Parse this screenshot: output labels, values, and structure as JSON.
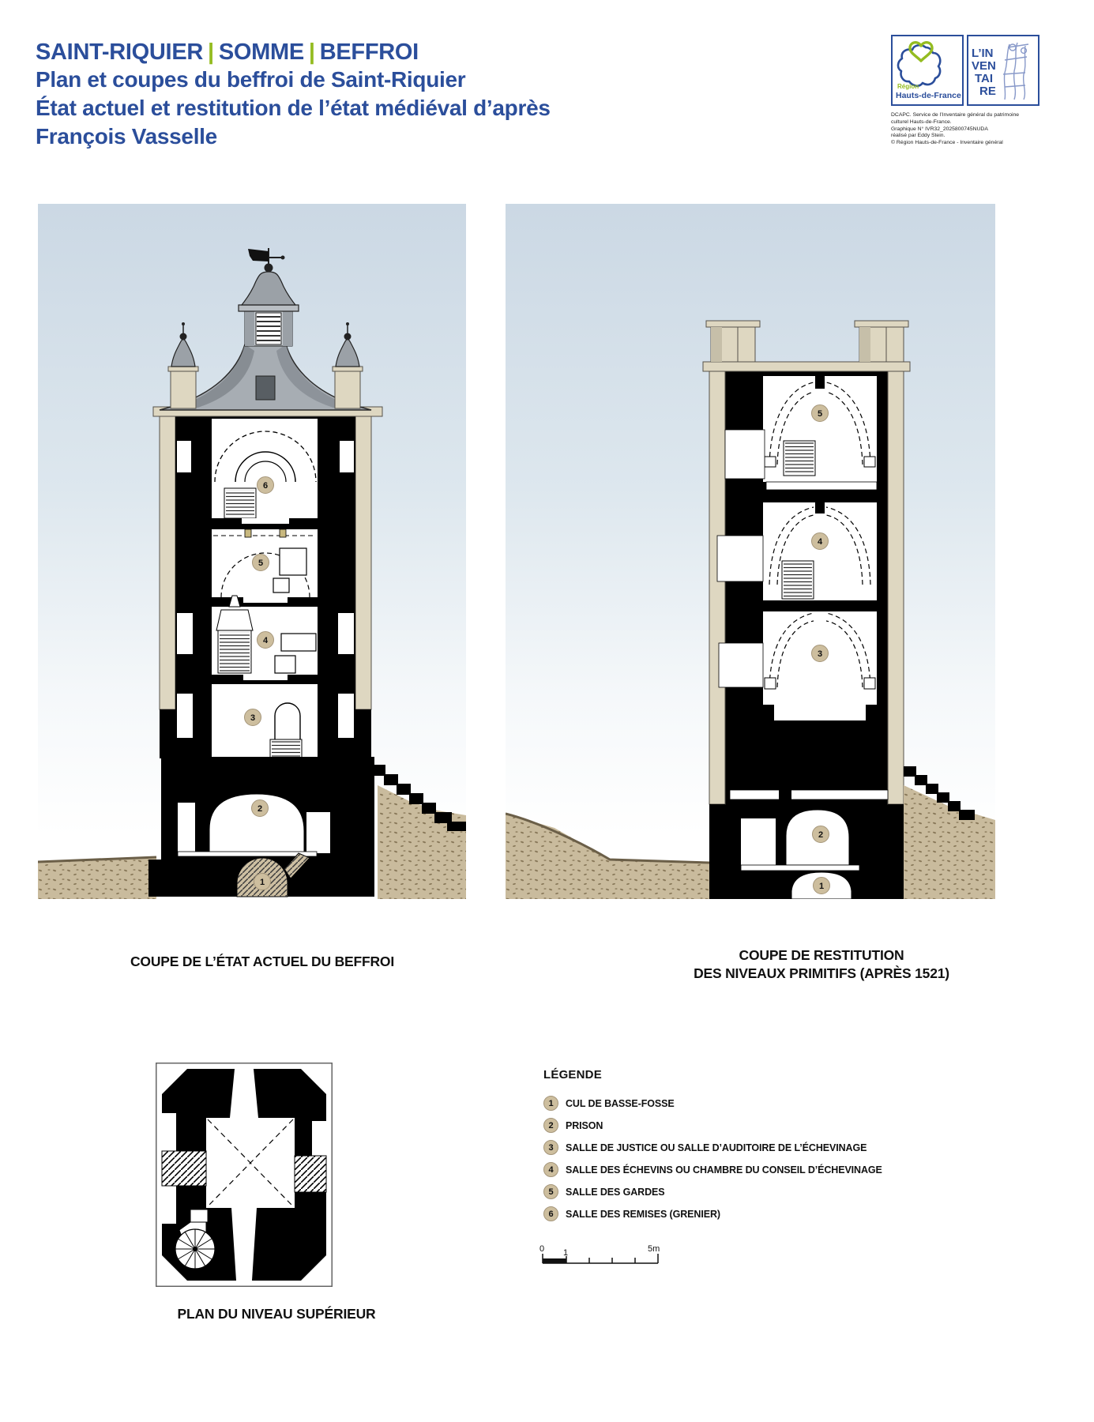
{
  "header": {
    "title_segments": [
      "SAINT-RIQUIER",
      "SOMME",
      "BEFFROI"
    ],
    "separator": "|",
    "subtitle_lines": [
      "Plan et coupes du beffroi de Saint-Riquier",
      "État actuel et restitution de l’état médiéval d’après",
      "François Vasselle"
    ]
  },
  "logos": {
    "region": {
      "line1": "Région",
      "line2": "Hauts-de-France"
    },
    "inventaire": {
      "line1": "L’IN",
      "line2": "VEN",
      "line3": "TAI",
      "line4": "RE"
    },
    "credits": [
      "DCAPC. Service de l’Inventaire général du patrimoine",
      "culturel Hauts-de-France.",
      "Graphique N° IVR32_2025800745NUDA",
      "réalisé par Eddy Stein.",
      "© Région Hauts-de-France - Inventaire général"
    ]
  },
  "figures": {
    "left_section": {
      "caption": "COUPE DE L’ÉTAT ACTUEL DU BEFFROI",
      "room_numbers": [
        "1",
        "2",
        "3",
        "4",
        "5",
        "6"
      ]
    },
    "right_section": {
      "caption_line1": "COUPE DE RESTITUTION",
      "caption_line2": "DES NIVEAUX PRIMITIFS (APRÈS 1521)",
      "room_numbers": [
        "1",
        "2",
        "3",
        "4",
        "5"
      ]
    },
    "plan": {
      "caption": "PLAN DU NIVEAU SUPÉRIEUR"
    }
  },
  "legend": {
    "title": "LÉGENDE",
    "items": [
      {
        "num": "1",
        "label": "CUL DE BASSE-FOSSE"
      },
      {
        "num": "2",
        "label": "PRISON"
      },
      {
        "num": "3",
        "label": "SALLE DE JUSTICE OU SALLE D’AUDITOIRE DE L’ÉCHEVINAGE"
      },
      {
        "num": "4",
        "label": "SALLE DES ÉCHEVINS OU CHAMBRE DU CONSEIL D’ÉCHEVINAGE"
      },
      {
        "num": "5",
        "label": "SALLE DES GARDES"
      },
      {
        "num": "6",
        "label": "SALLE DES REMISES (GRENIER)"
      }
    ]
  },
  "scale_bar": {
    "labels": [
      "0",
      "1",
      "5m"
    ]
  },
  "colors": {
    "title_blue": "#2b4e9b",
    "accent_green": "#94bc20",
    "sky_blue": "#cbd8e4",
    "stone_cream": "#ded7c1",
    "ground_tan": "#c9bb9d",
    "badge_tan": "#cdbe9e",
    "roof_gray": "#a7adb3"
  }
}
